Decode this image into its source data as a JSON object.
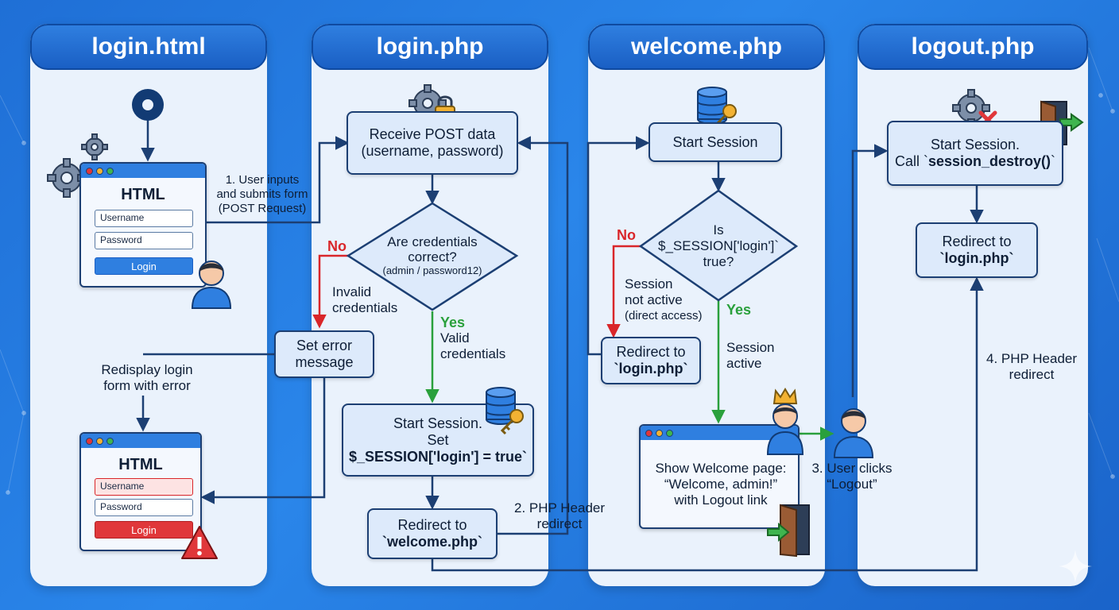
{
  "lanes": {
    "lane1": "login.html",
    "lane2": "login.php",
    "lane3": "welcome.php",
    "lane4": "logout.php"
  },
  "login_form": {
    "title": "HTML",
    "username": "Username",
    "password": "Password",
    "login": "Login"
  },
  "error_form": {
    "title": "HTML",
    "username": "Username",
    "password": "Password",
    "login": "Login"
  },
  "labels": {
    "submit": [
      "1. User inputs",
      "and submits form",
      "(POST Request)"
    ],
    "redisplay": [
      "Redisplay login",
      "form with error"
    ],
    "invalid": [
      "Invalid",
      "credentials"
    ],
    "valid": [
      "Valid",
      "credentials"
    ],
    "no1": "No",
    "yes1": "Yes",
    "php_redirect_2": [
      "2. PHP Header",
      "redirect"
    ],
    "no2": "No",
    "yes2": "Yes",
    "session_not_active": [
      "Session",
      "not active"
    ],
    "direct_access": "(direct access)",
    "session_active": [
      "Session",
      "active"
    ],
    "logout_click": [
      "3. User clicks",
      "“Logout”"
    ],
    "php_redirect_4": [
      "4. PHP Header",
      "redirect"
    ]
  },
  "nodes": {
    "receive_post": [
      "Receive POST data",
      "(username, password)"
    ],
    "credentials_q": [
      "Are credentials",
      "correct?"
    ],
    "credentials_hint": "(admin / password12)",
    "set_error": [
      "Set error",
      "message"
    ],
    "start_session_set": [
      "Start Session.",
      "Set"
    ],
    "session_assign": "$_SESSION['login'] = true`",
    "redirect_welcome": [
      "Redirect to",
      "`welcome.php`"
    ],
    "start_session_w": "Start Session",
    "session_q": [
      "Is",
      "$_SESSION['login']`",
      "true?"
    ],
    "redirect_login_w": [
      "Redirect to",
      "`login.php`"
    ],
    "welcome_page": [
      "Show Welcome page:",
      "“Welcome, admin!”",
      "with Logout link"
    ],
    "start_session_l": [
      "Start Session.",
      "Call `",
      "session_destroy()",
      "`"
    ],
    "redirect_login_l": [
      "Redirect to",
      "`login.php`"
    ]
  },
  "colors": {
    "background": "#1f6fd6",
    "lane": "#eaf2fc",
    "lane_header": "#1a5fc4",
    "node_fill": "#ddeafb",
    "edge": "#1c3f73",
    "no_edge": "#d9262a",
    "yes_edge": "#2aa03c"
  },
  "icons": [
    "start-circle-icon",
    "gear-icon",
    "user-avatar-icon",
    "gear-lock-icon",
    "database-key-icon",
    "gear-x-icon",
    "exit-door-icon",
    "crowned-user-icon",
    "warning-icon",
    "sparkle-icon"
  ]
}
